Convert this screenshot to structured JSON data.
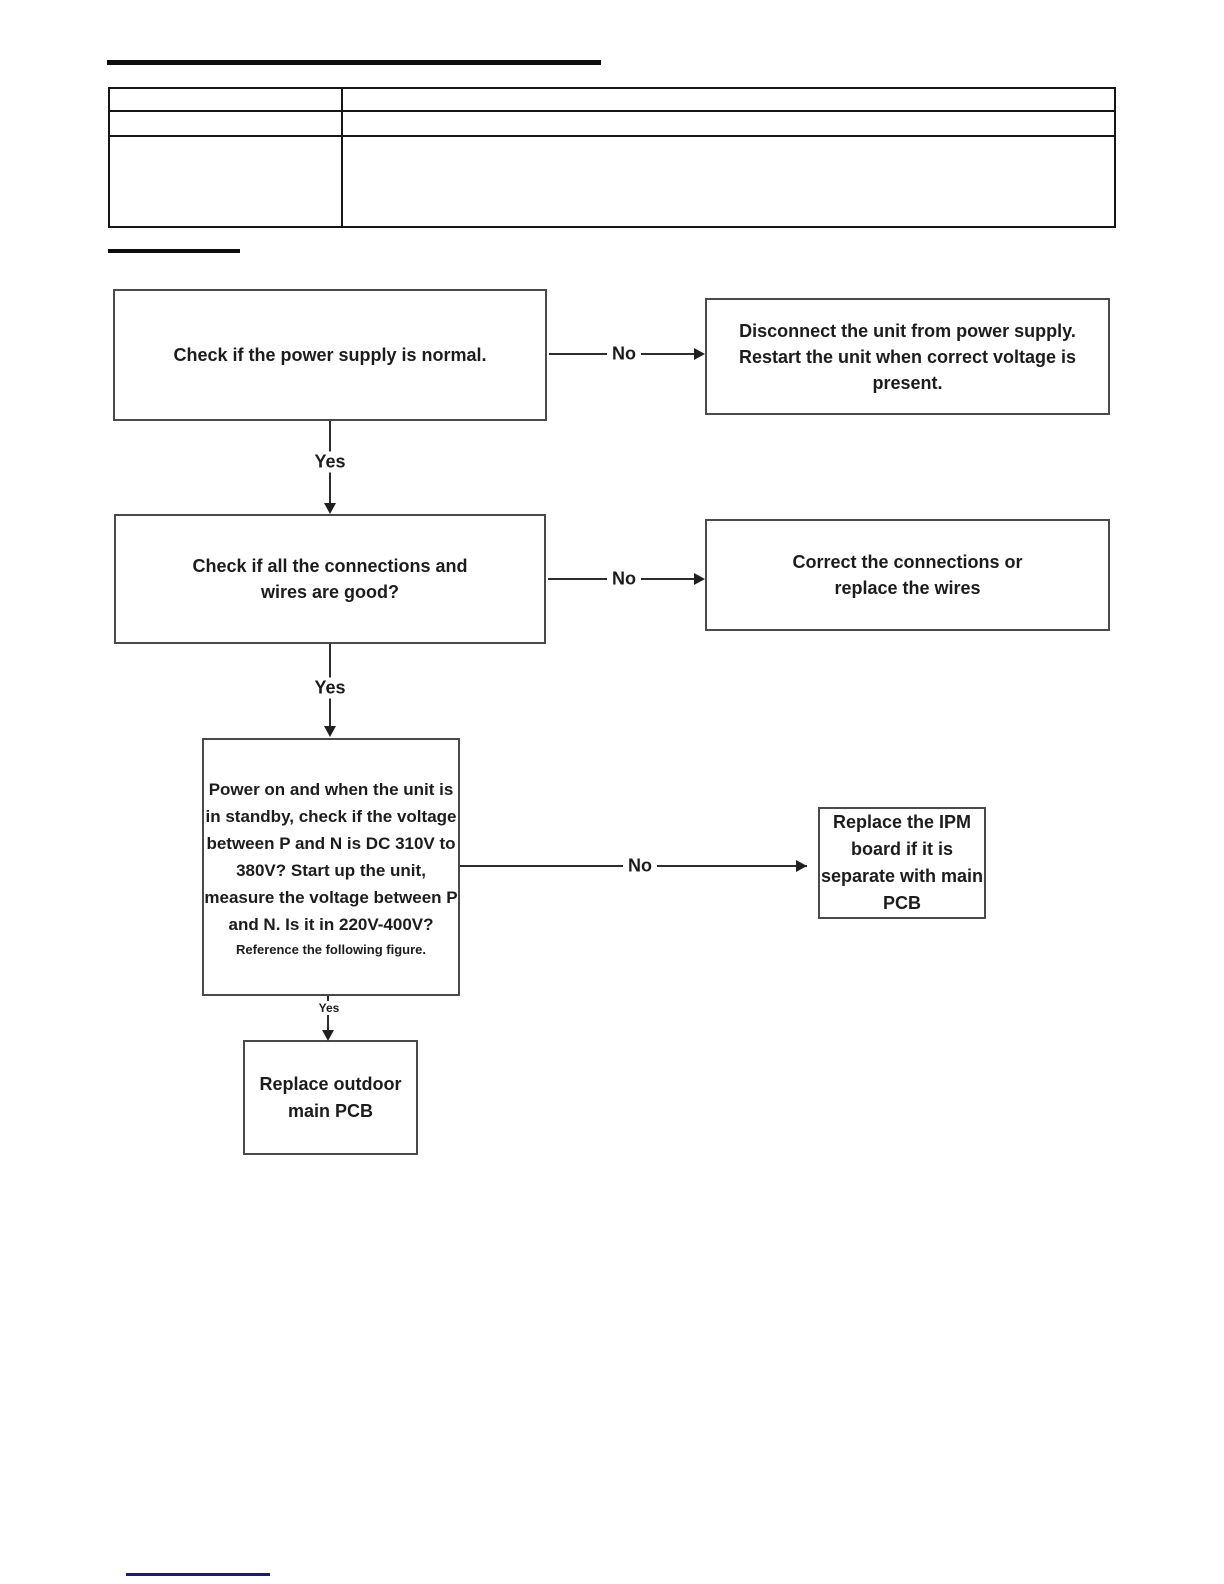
{
  "flowchart": {
    "labels": {
      "yes": "Yes",
      "no": "No"
    },
    "nodes": {
      "check_power": {
        "text": "Check if the power supply is normal."
      },
      "disconnect": {
        "text": "Disconnect the unit from power supply. Restart the unit when correct voltage is present."
      },
      "check_connections": {
        "text": "Check if all the connections and wires are good?"
      },
      "correct_connections": {
        "text": "Correct the connections or replace the wires"
      },
      "check_voltage": {
        "text": "Power on and when the unit is in standby, check if the voltage between P and N is DC 310V to 380V? Start up the unit, measure the voltage between P and N. Is it in 220V-400V?",
        "note": "Reference the following figure."
      },
      "replace_ipm": {
        "text": "Replace the IPM board if it is separate with main PCB"
      },
      "replace_main_pcb": {
        "text": "Replace outdoor main PCB"
      }
    }
  },
  "table": {
    "rows": [
      {
        "cells": [
          "",
          ""
        ]
      },
      {
        "cells": [
          "",
          ""
        ]
      },
      {
        "cells": [
          "",
          ""
        ]
      }
    ]
  }
}
